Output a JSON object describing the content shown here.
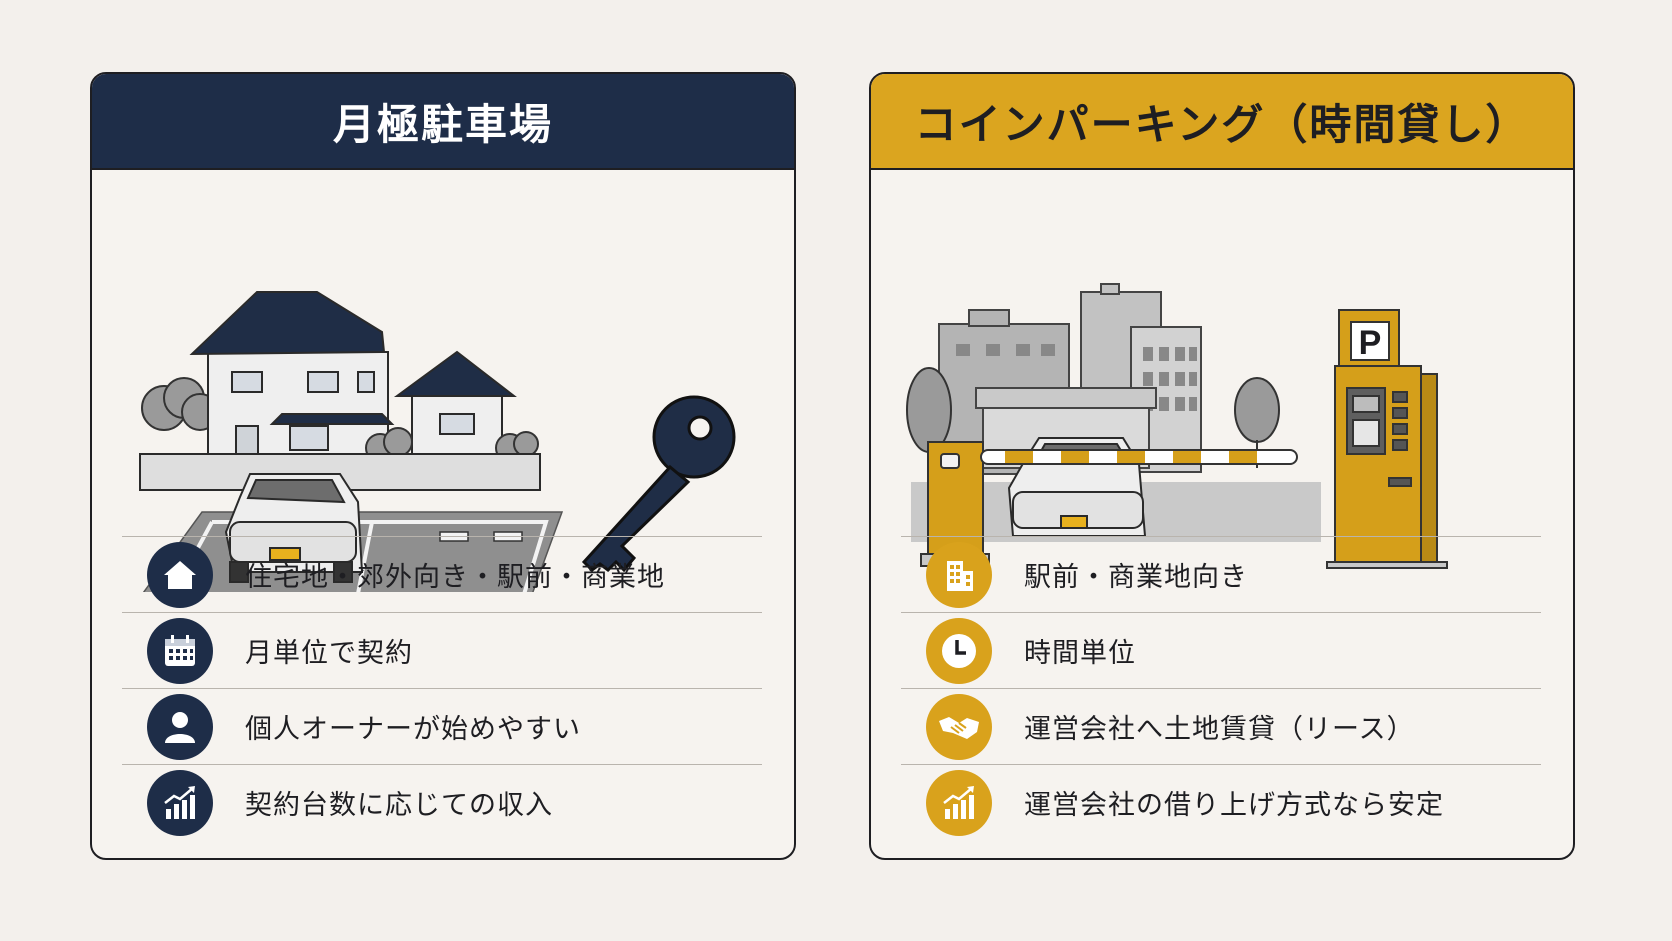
{
  "left_panel": {
    "title": "月極駐車場",
    "accent": "#1e2d48",
    "features": [
      {
        "icon": "house-icon",
        "text": "住宅地・郊外向き・駅前・商業地"
      },
      {
        "icon": "calendar-icon",
        "text": "月単位で契約"
      },
      {
        "icon": "person-icon",
        "text": "個人オーナーが始めやすい"
      },
      {
        "icon": "growth-chart-icon",
        "text": "契約台数に応じての収入"
      }
    ]
  },
  "right_panel": {
    "title": "コインパーキング（時間貸し）",
    "accent": "#dba51f",
    "sign_letter": "P",
    "features": [
      {
        "icon": "building-icon",
        "text": "駅前・商業地向き"
      },
      {
        "icon": "clock-icon",
        "text": "時間単位"
      },
      {
        "icon": "handshake-icon",
        "text": "運営会社へ土地賃貸（リース）"
      },
      {
        "icon": "growth-chart-icon",
        "text": "運営会社の借り上げ方式なら安定"
      }
    ]
  }
}
